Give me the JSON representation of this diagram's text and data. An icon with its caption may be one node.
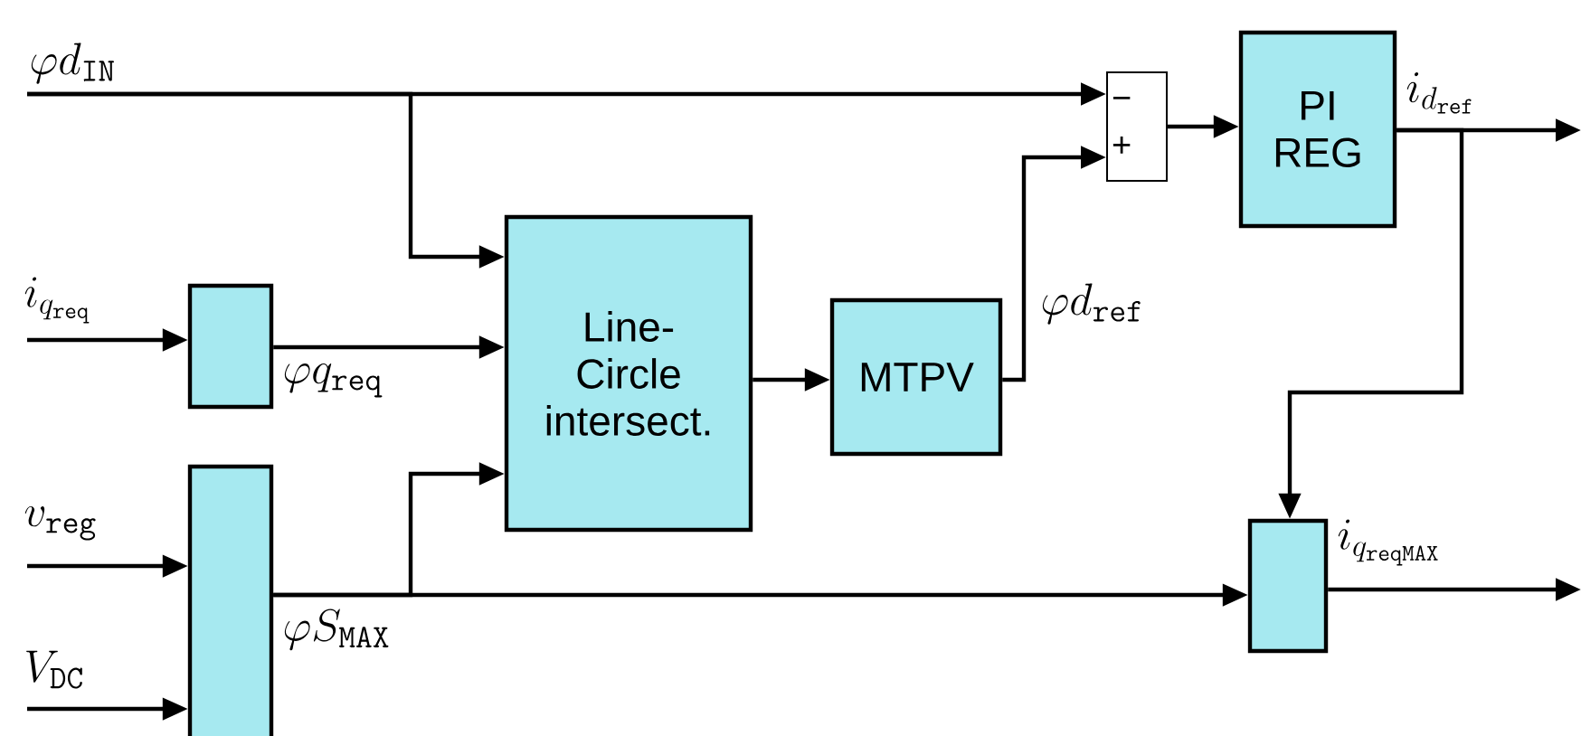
{
  "diagram": {
    "nodes": [
      {
        "text": [],
        "shape": "box"
      },
      {
        "text": [],
        "shape": "box"
      },
      {
        "text": [
          "Line- Circle intersect."
        ]
      },
      {
        "text": [
          "MTPV"
        ]
      },
      {
        "text": [
          "−",
          "+"
        ]
      },
      {
        "text": [
          "PI REG"
        ]
      },
      {
        "text": [],
        "shape": "box"
      }
    ],
    "edges": [
      {
        "from": null,
        "to": 4,
        "arrow": "to",
        "label": "\\varphi d_{\\mathtt{IN}}"
      },
      {
        "from": null,
        "to": 2,
        "arrow": "to"
      },
      {
        "from": null,
        "to": 0,
        "arrow": "to",
        "label": "i_{q_{\\mathtt{req}}}"
      },
      {
        "from": 0,
        "to": 2,
        "arrow": "to",
        "label": "\\varphi q_{\\mathtt{req}}"
      },
      {
        "from": null,
        "to": 1,
        "arrow": "to",
        "label": "v_{\\mathtt{reg}}"
      },
      {
        "from": null,
        "to": 1,
        "arrow": "to",
        "label": "V_{\\mathtt{DC}}"
      },
      {
        "from": 1,
        "to": 6,
        "arrow": "to",
        "label": "\\varphi S_{\\mathtt{MAX}}"
      },
      {
        "from": 1,
        "to": 2,
        "arrow": "to"
      },
      {
        "from": 2,
        "to": 3,
        "arrow": "to"
      },
      {
        "from": 3,
        "to": 4,
        "arrow": "to",
        "label": "\\varphi d_{\\mathtt{ref}}"
      },
      {
        "from": 4,
        "to": 5,
        "arrow": "to"
      },
      {
        "from": 5,
        "to": null,
        "arrow": "to",
        "label": "i_{d_{\\mathtt{ref}}}"
      },
      {
        "from": 5,
        "to": 6,
        "arrow": "to"
      },
      {
        "from": 6,
        "to": null,
        "arrow": "to",
        "label": "i_{q_{\\mathtt{reqMAX}}}"
      }
    ]
  }
}
